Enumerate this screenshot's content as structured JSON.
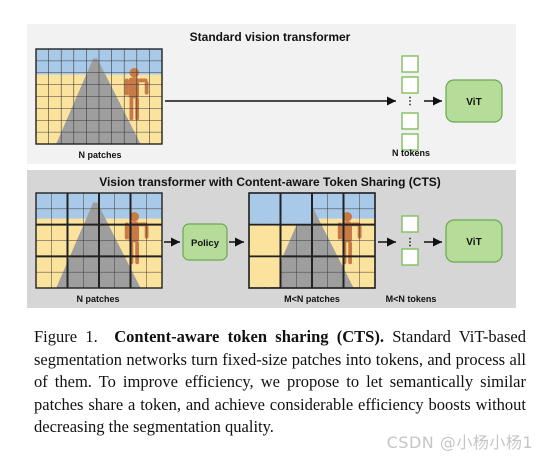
{
  "figure": {
    "top_panel": {
      "title": "Standard vision transformer",
      "patch_label": "N patches",
      "token_label": "N tokens",
      "vit_label": "ViT"
    },
    "bottom_panel": {
      "title": "Vision transformer with Content-aware Token Sharing (CTS)",
      "patch_label": "N patches",
      "policy_label": "Policy",
      "shared_patch_label": "M<N patches",
      "token_label": "M<N tokens",
      "vit_label": "ViT"
    },
    "colors": {
      "sky": "#a9c9e8",
      "ground": "#fbe39d",
      "road": "#9e9e9e",
      "person": "#c87a46",
      "vit_fill": "#b5dc98",
      "vit_stroke": "#6aa84f",
      "token_stroke": "#7fbf5f",
      "panel_top": "#f2f2f2",
      "panel_bottom": "#d6d6d6"
    }
  },
  "caption": {
    "prefix": "Figure 1.",
    "title": "Content-aware token sharing (CTS).",
    "body": "Standard ViT-based segmentation networks turn fixed-size patches into tokens, and process all of them. To improve efficiency, we propose to let semantically similar patches share a token, and achieve considerable efficiency boosts without decreasing the segmentation quality."
  },
  "watermark": "CSDN @小杨小杨1"
}
